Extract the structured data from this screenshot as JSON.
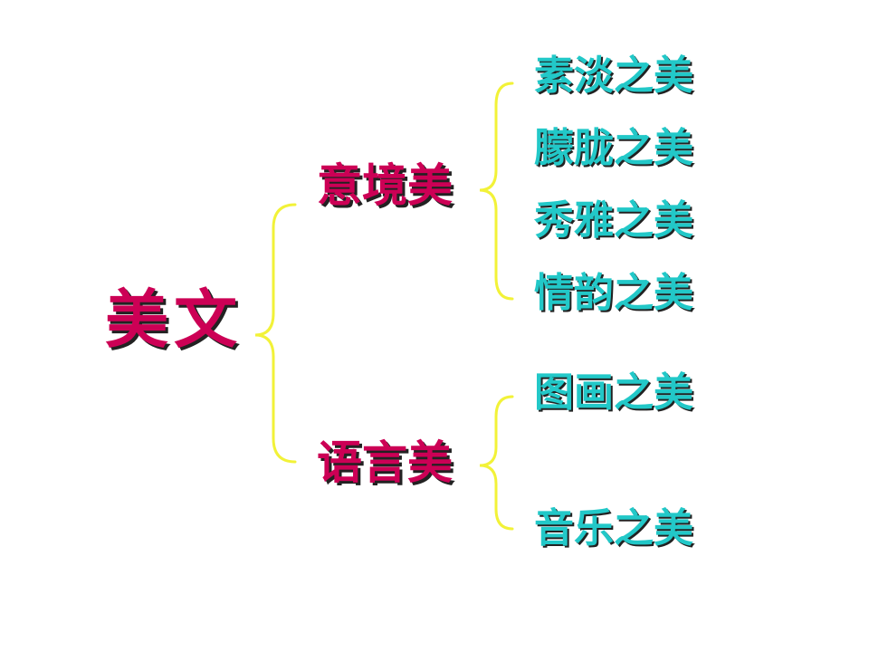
{
  "diagram": {
    "root": {
      "label": "美文"
    },
    "branches": [
      {
        "label": "意境美",
        "children": [
          {
            "label": "素淡之美"
          },
          {
            "label": "朦胧之美"
          },
          {
            "label": "秀雅之美"
          },
          {
            "label": "情韵之美"
          }
        ]
      },
      {
        "label": "语言美",
        "children": [
          {
            "label": "图画之美"
          },
          {
            "label": "音乐之美"
          }
        ]
      }
    ]
  },
  "colors": {
    "root_text": "#cc0055",
    "branch_text": "#cc0055",
    "leaf_text": "#22c8c8",
    "brace": "#f2f238",
    "shadow": "#222222",
    "background": "#ffffff"
  }
}
